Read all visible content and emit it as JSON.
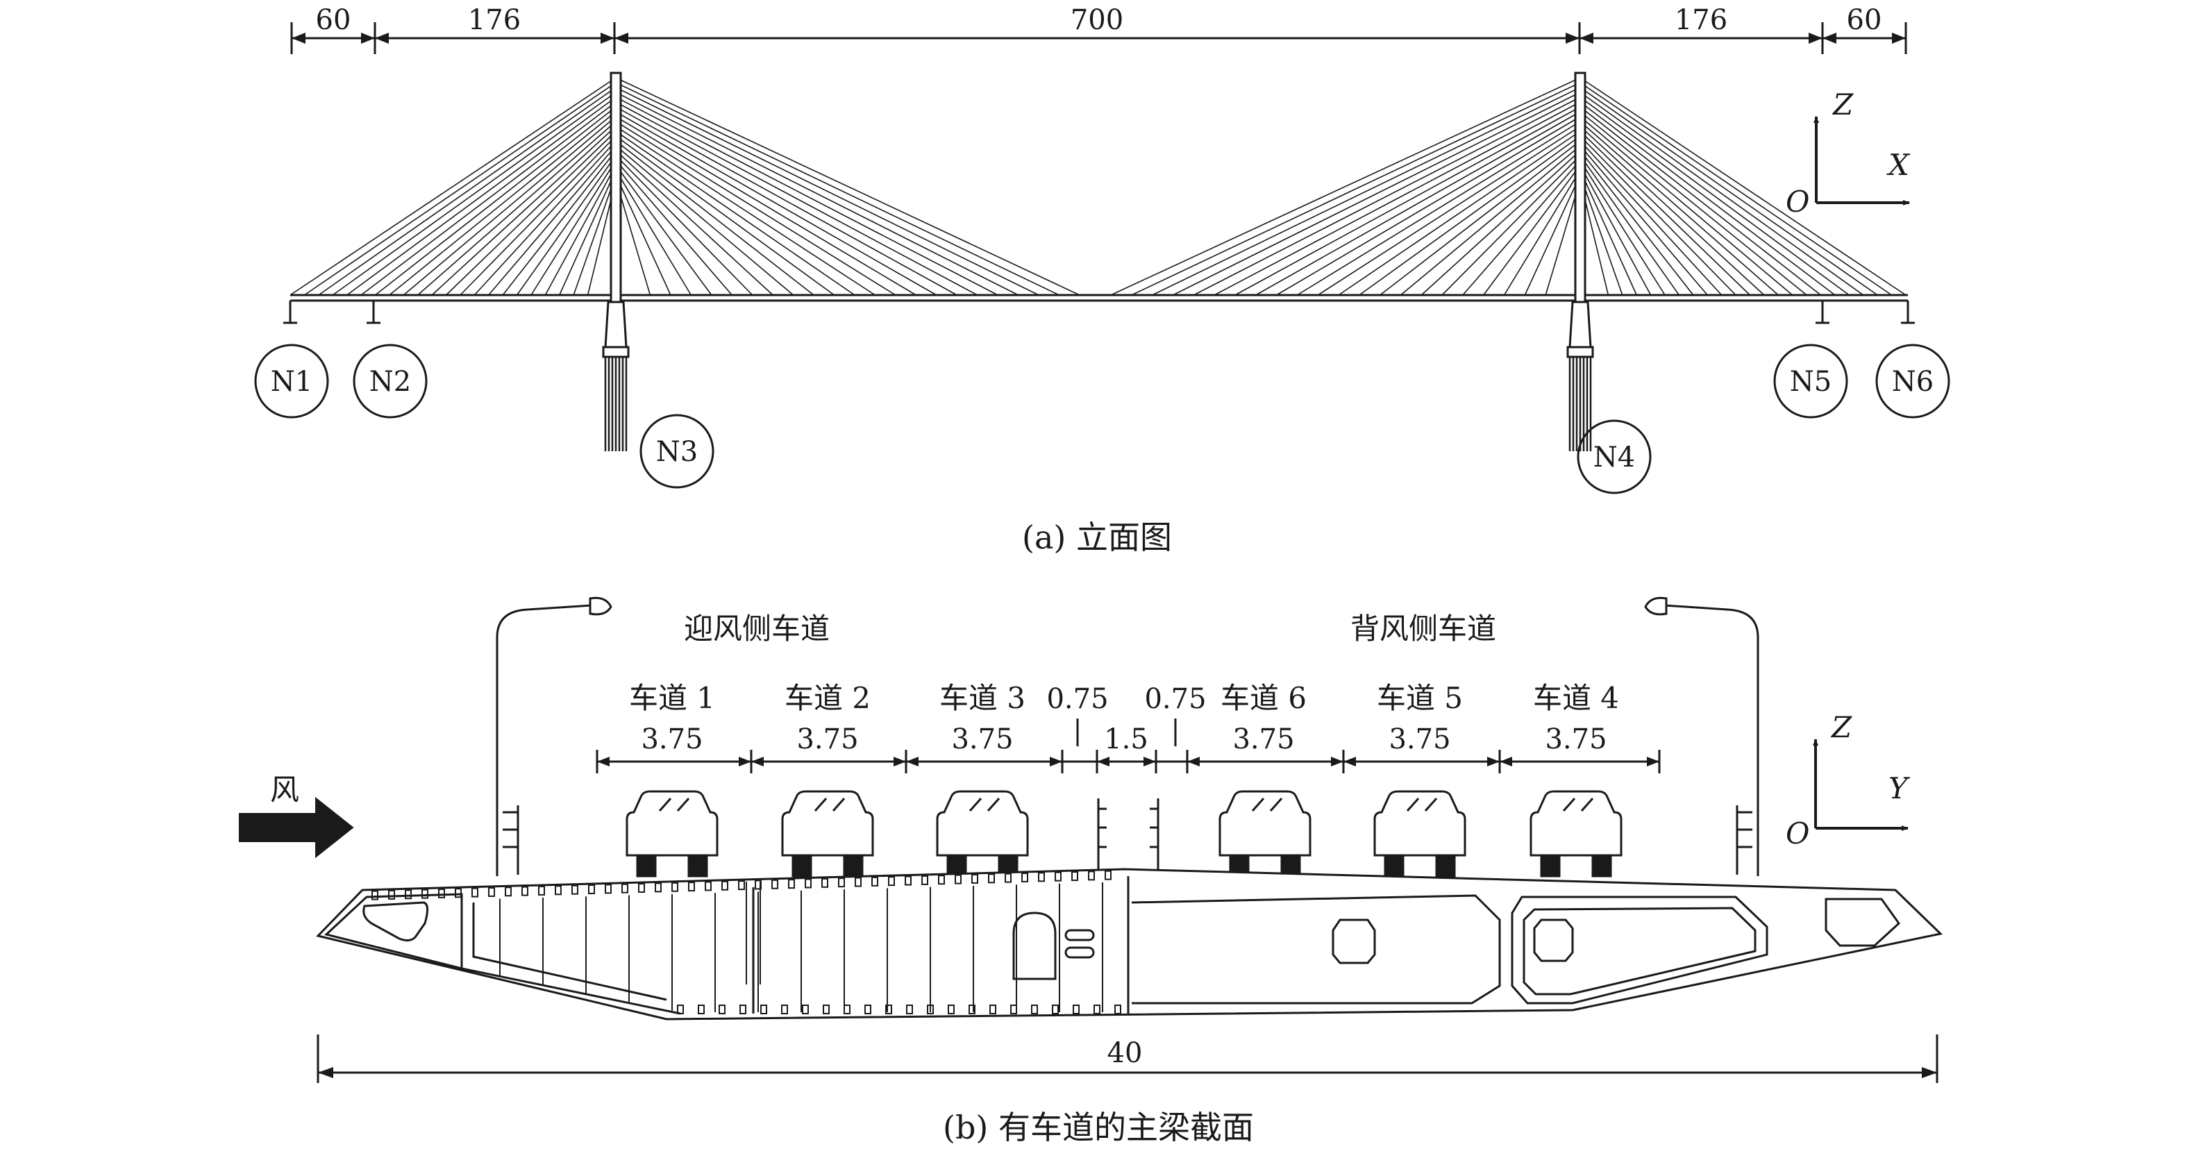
{
  "elevation": {
    "spans": [
      "60",
      "176",
      "700",
      "176",
      "60"
    ],
    "nodes": [
      "N1",
      "N2",
      "N3",
      "N4",
      "N5",
      "N6"
    ],
    "axes": {
      "up": "Z",
      "right": "X",
      "origin": "O"
    },
    "caption": "(a) 立面图"
  },
  "section": {
    "windward_label": "迎风侧车道",
    "leeward_label": "背风侧车道",
    "wind_label": "风",
    "lanes": [
      "车道 1",
      "车道 2",
      "车道 3",
      "车道 6",
      "车道 5",
      "车道 4"
    ],
    "lane_width": "3.75",
    "median": {
      "left": "0.75",
      "center": "1.5",
      "right": "0.75"
    },
    "total_width": "40",
    "axes": {
      "up": "Z",
      "right": "Y",
      "origin": "O"
    },
    "caption": "(b) 有车道的主梁截面"
  }
}
